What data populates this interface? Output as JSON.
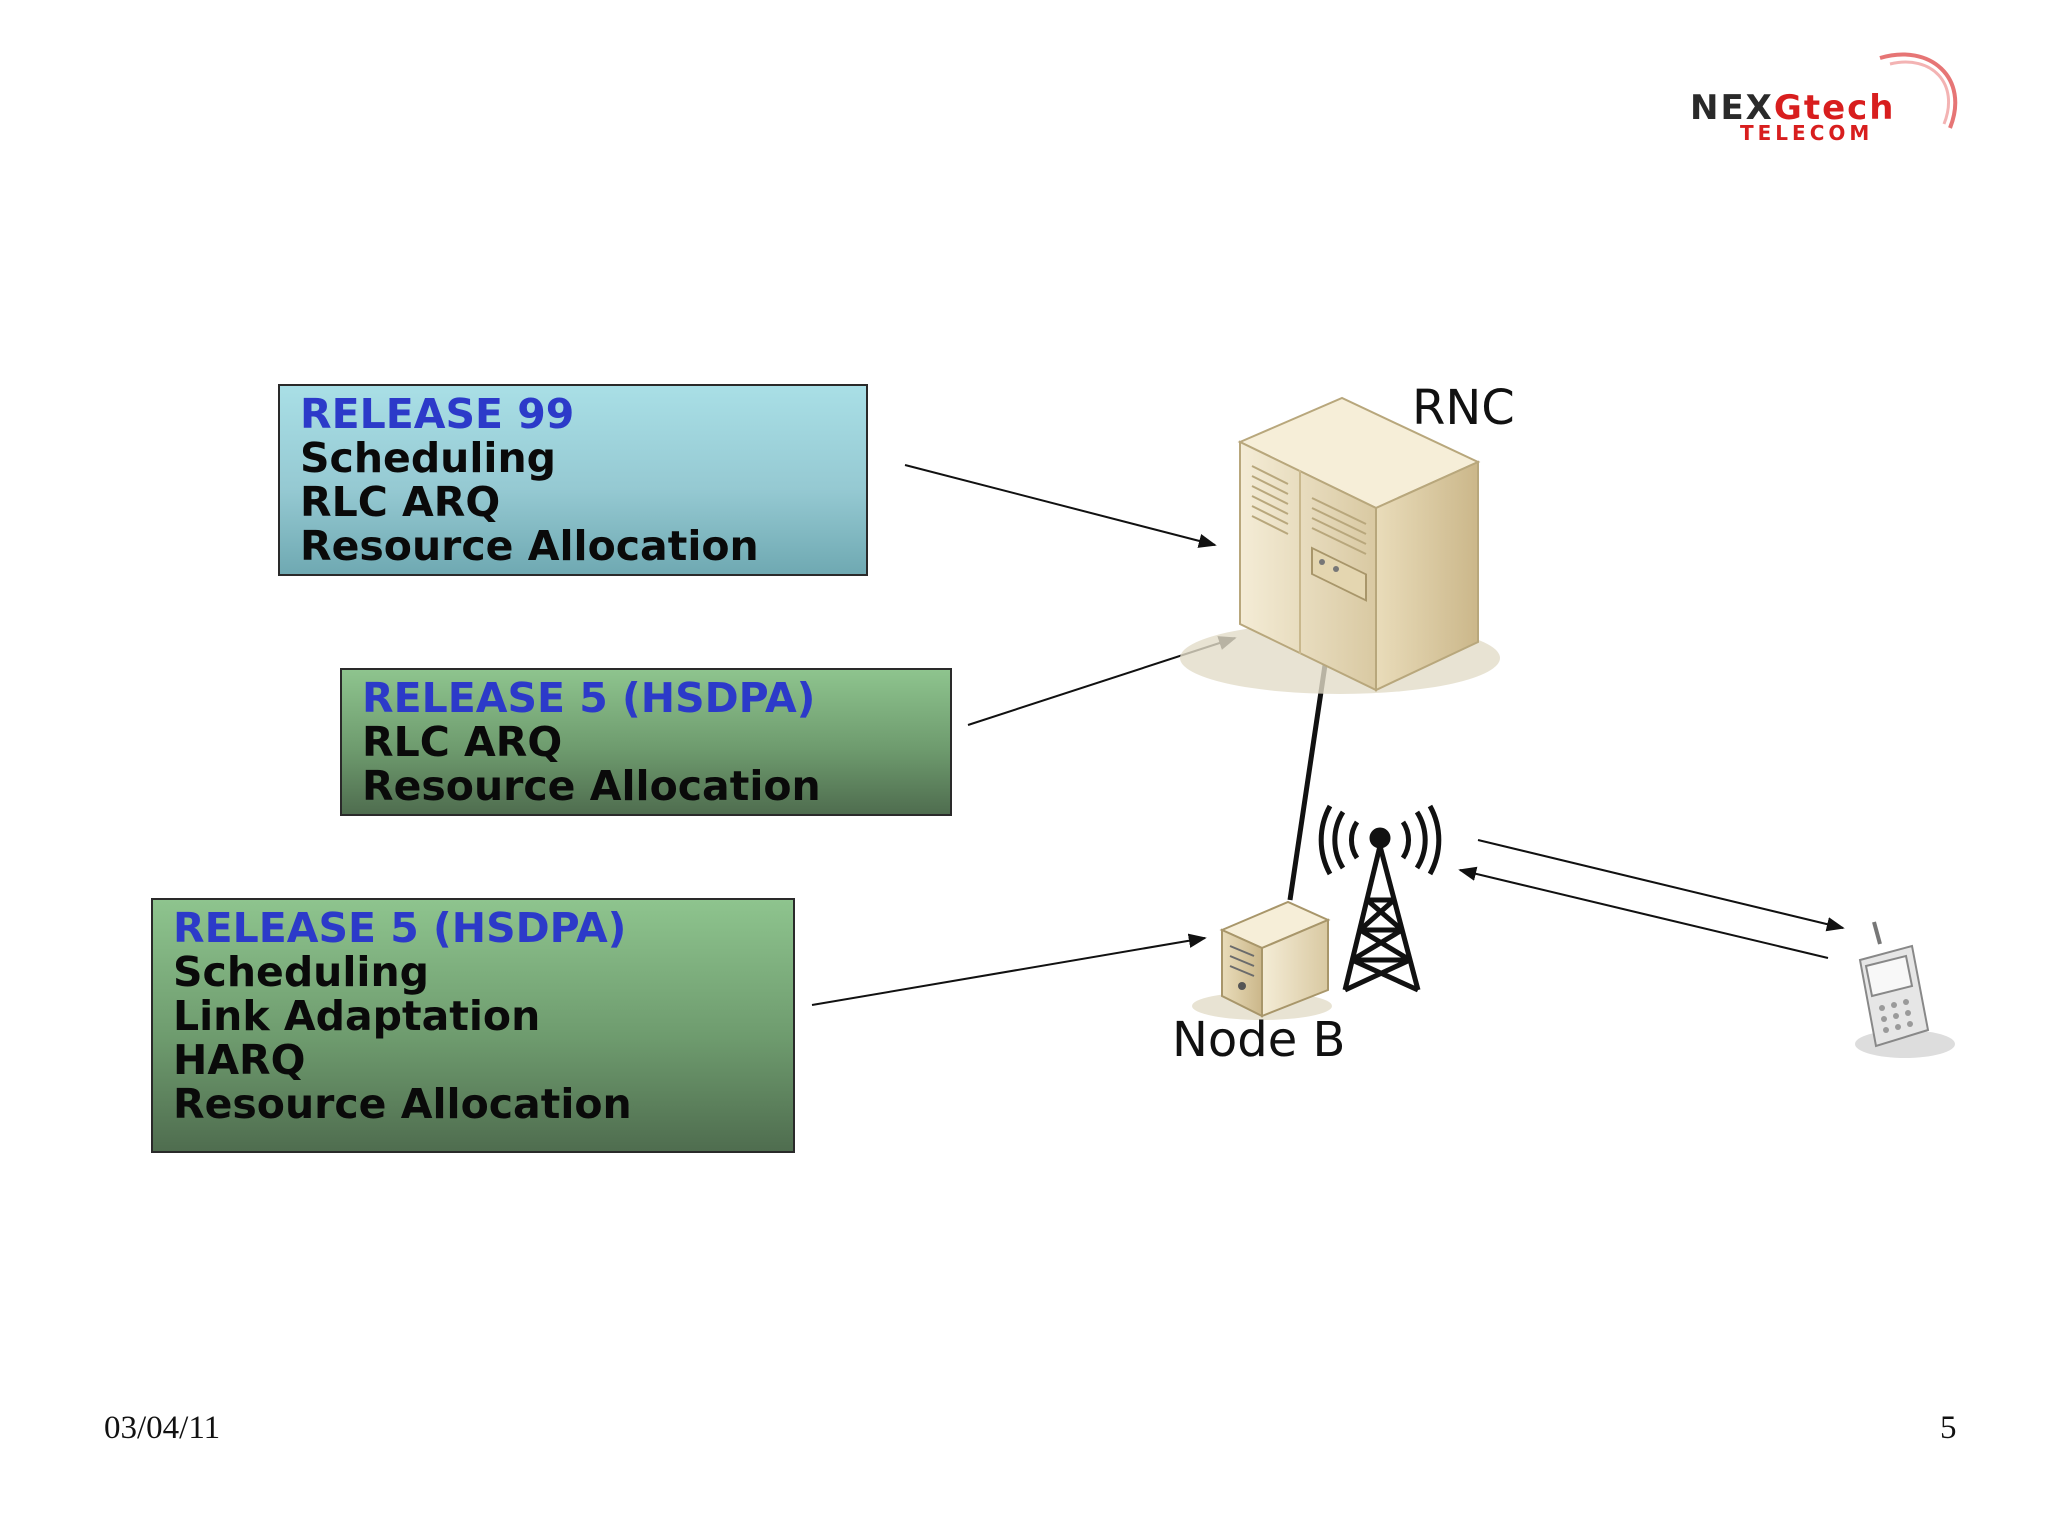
{
  "logo": {
    "brand": "NEXGtech",
    "brand_main": "NEX",
    "brand_accent": "Gtech",
    "sub": "TELECOM",
    "accent_color": "#d81e1e"
  },
  "boxes": [
    {
      "lines": [
        "RELEASE 99",
        "Scheduling",
        "RLC ARQ",
        "Resource Allocation"
      ],
      "color": "#a9dfe6"
    },
    {
      "lines": [
        "RELEASE 5 (HSDPA)",
        "RLC ARQ",
        "Resource Allocation"
      ],
      "color": "#6e9b6e"
    },
    {
      "lines": [
        "RELEASE 5 (HSDPA)",
        "Scheduling",
        "Link Adaptation",
        "HARQ",
        "Resource Allocation"
      ],
      "color": "#6e9b6e"
    }
  ],
  "heading_color": "#2c3ac9",
  "nodes": {
    "rnc": "RNC",
    "nodeb": "Node B"
  },
  "icons": [
    "server-icon",
    "small-server-icon",
    "antenna-tower-icon",
    "mobile-phone-icon"
  ],
  "footer": {
    "date": "03/04/11",
    "page": "5"
  }
}
